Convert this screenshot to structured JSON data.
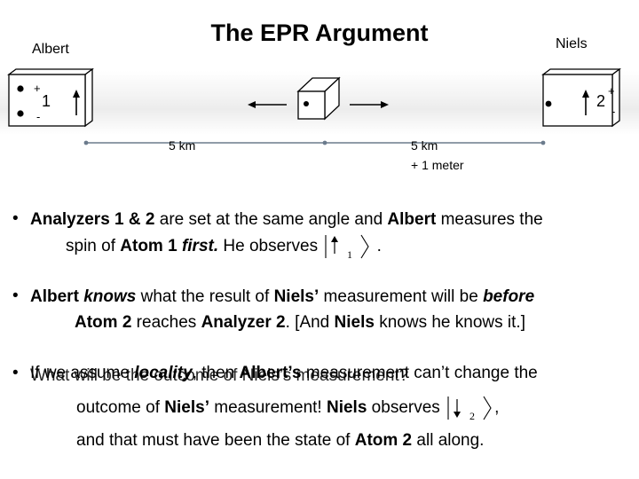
{
  "title": "The EPR Argument",
  "labels": {
    "albert": "Albert",
    "niels": "Niels",
    "analyzer1_number": "1",
    "analyzer2_number": "2",
    "plus": "+",
    "minus": "-",
    "dist_left": "5 km",
    "dist_right_line1": "5 km",
    "dist_right_line2": "+ 1 meter"
  },
  "bullet1": {
    "part1": "Analyzers 1 & 2",
    "part2": " are set at the same angle and ",
    "part3": "Albert",
    "part4": " measures the",
    "line2_part1": "spin of ",
    "line2_part2": "Atom 1 ",
    "line2_part3": "first.",
    "line2_part4": "  He observes",
    "line2_part5": " ."
  },
  "bullet2": {
    "part1": "Albert ",
    "part2": "knows",
    "part3": " what the result of ",
    "part4": "Niels’",
    "part5": " measurement will be ",
    "part6": "before",
    "line2_part1": "Atom 2",
    "line2_part2": " reaches ",
    "line2_part3": "Analyzer 2",
    "line2_part4": ". [And ",
    "line2_part5": "Niels",
    "line2_part6": " knows he knows it.]"
  },
  "bullet3": {
    "overlap_a_part1": "If we assume ",
    "overlap_a_part2": "locality",
    "overlap_a_part3": ", then ",
    "overlap_a_part4": "Albert’s",
    "overlap_a_part5": " measurement can’t change the",
    "overlap_b": "What will be the outcome of Niels’s measurement?",
    "line2_part1": "outcome of ",
    "line2_part2": "Niels’",
    "line2_part3": " measurement!  ",
    "line2_part4": "Niels",
    "line2_part5": " observes",
    "line2_part6": ",",
    "line3_part1": "and that must have been the state of ",
    "line3_part2": "Atom 2",
    "line3_part3": " all along."
  },
  "kets": {
    "ket1_subscript": "1",
    "ket2_subscript": "2"
  }
}
